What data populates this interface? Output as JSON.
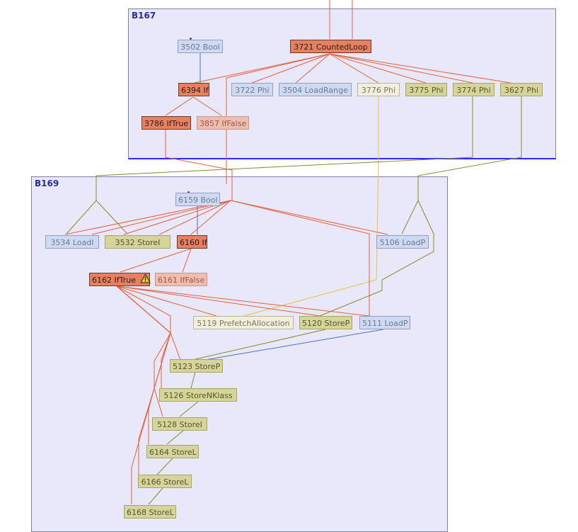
{
  "colors": {
    "edge_red": "#e2613f",
    "edge_olive": "#8a8a2a",
    "edge_blue": "#4a72c0",
    "edge_yellow": "#e8c040",
    "block_fill": "#e8e8fa",
    "block_title": "#2a2a9a"
  },
  "blocks": {
    "b167": {
      "label": "B167"
    },
    "b169": {
      "label": "B169"
    }
  },
  "nodes": {
    "n3502": {
      "label": "3502 Bool",
      "style": "blue"
    },
    "n3721": {
      "label": "3721 CountedLoop",
      "style": "red"
    },
    "n6394": {
      "label": "6394 If",
      "style": "red"
    },
    "n3722": {
      "label": "3722 Phi",
      "style": "blue"
    },
    "n3504": {
      "label": "3504 LoadRange",
      "style": "blue"
    },
    "n3776": {
      "label": "3776 Phi",
      "style": "beige"
    },
    "n3775": {
      "label": "3775 Phi",
      "style": "olive"
    },
    "n3774": {
      "label": "3774 Phi",
      "style": "olive"
    },
    "n3627": {
      "label": "3627 Phi",
      "style": "olive"
    },
    "n3786": {
      "label": "3786 IfTrue",
      "style": "red"
    },
    "n3857": {
      "label": "3857 IfFalse",
      "style": "pink"
    },
    "n6159": {
      "label": "6159 Bool",
      "style": "blue"
    },
    "n3534": {
      "label": "3534 LoadI",
      "style": "blue"
    },
    "n3532": {
      "label": "3532 StoreI",
      "style": "olive"
    },
    "n6160": {
      "label": "6160 If",
      "style": "red"
    },
    "n5106": {
      "label": "5106 LoadP",
      "style": "blue"
    },
    "n6162": {
      "label": "6162 IfTrue",
      "style": "red",
      "icon": "warning-icon"
    },
    "n6161": {
      "label": "6161 IfFalse",
      "style": "pink"
    },
    "n5119": {
      "label": "5119 PrefetchAllocation",
      "style": "beige"
    },
    "n5120": {
      "label": "5120 StoreP",
      "style": "olive"
    },
    "n5111": {
      "label": "5111 LoadP",
      "style": "blue"
    },
    "n5123": {
      "label": "5123 StoreP",
      "style": "olive"
    },
    "n5126": {
      "label": "5126 StoreNKlass",
      "style": "olive"
    },
    "n5128": {
      "label": "5128 StoreI",
      "style": "olive"
    },
    "n6164": {
      "label": "6164 StoreL",
      "style": "olive"
    },
    "n6166": {
      "label": "6166 StoreL",
      "style": "olive"
    },
    "n6168": {
      "label": "6168 StoreL",
      "style": "olive"
    }
  }
}
